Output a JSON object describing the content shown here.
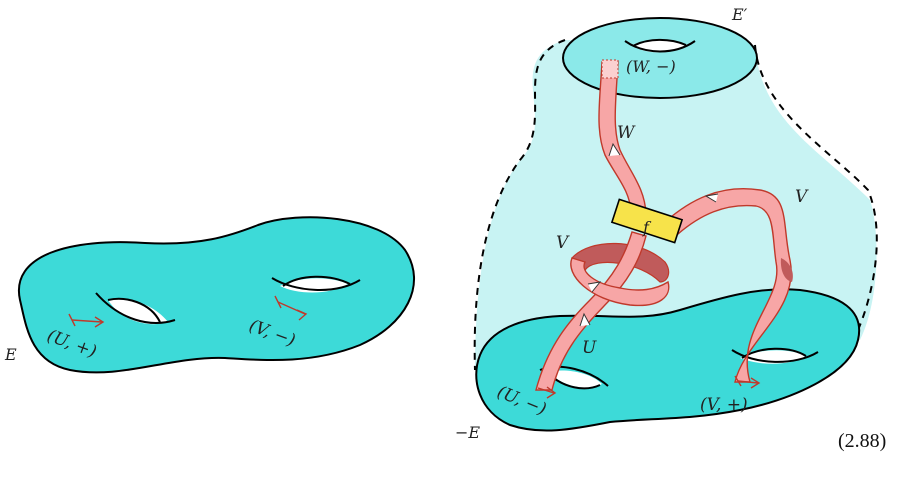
{
  "left_surface": {
    "label": "E",
    "markers": [
      {
        "label": "(U, +)"
      },
      {
        "label": "(V, −)"
      }
    ]
  },
  "right_cobordism": {
    "bottom_label": "−E",
    "top_label": "E′",
    "bottom_markers": [
      {
        "label": "(U, −)"
      },
      {
        "label": "(V, +)"
      }
    ],
    "top_marker": {
      "label": "(W, −)"
    },
    "ribbon_labels": {
      "u": "U",
      "v_left": "V",
      "v_right": "V",
      "w": "W"
    },
    "box_label": "f"
  },
  "equation_number": "(2.88)",
  "colors": {
    "surface_fill": "#3ddad8",
    "cobordism_fill": "#c8f3f3",
    "ribbon_fill": "#f7a6a6",
    "ribbon_edge": "#c0392b",
    "ribbon_back": "#c05b5b",
    "box_fill": "#f7e34a",
    "arrow_color": "#c0392b"
  }
}
